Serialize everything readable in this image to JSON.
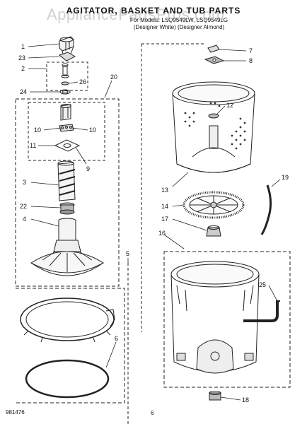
{
  "header": {
    "title": "AGITATOR, BASKET AND TUB PARTS",
    "subtitle_line1": "For Models: LSQ9549LW, LSQ9549LG",
    "subtitle_line2": "(Designer White)  (Designer Almond)",
    "watermark": "AppliancePartsPros.com"
  },
  "footer": {
    "code": "981476",
    "page": "6"
  },
  "callouts": [
    "1",
    "23",
    "2",
    "26",
    "24",
    "20",
    "10",
    "10",
    "11",
    "9",
    "3",
    "22",
    "4",
    "5",
    "6",
    "7",
    "8",
    "12",
    "13",
    "14",
    "17",
    "16",
    "19",
    "25",
    "18"
  ]
}
